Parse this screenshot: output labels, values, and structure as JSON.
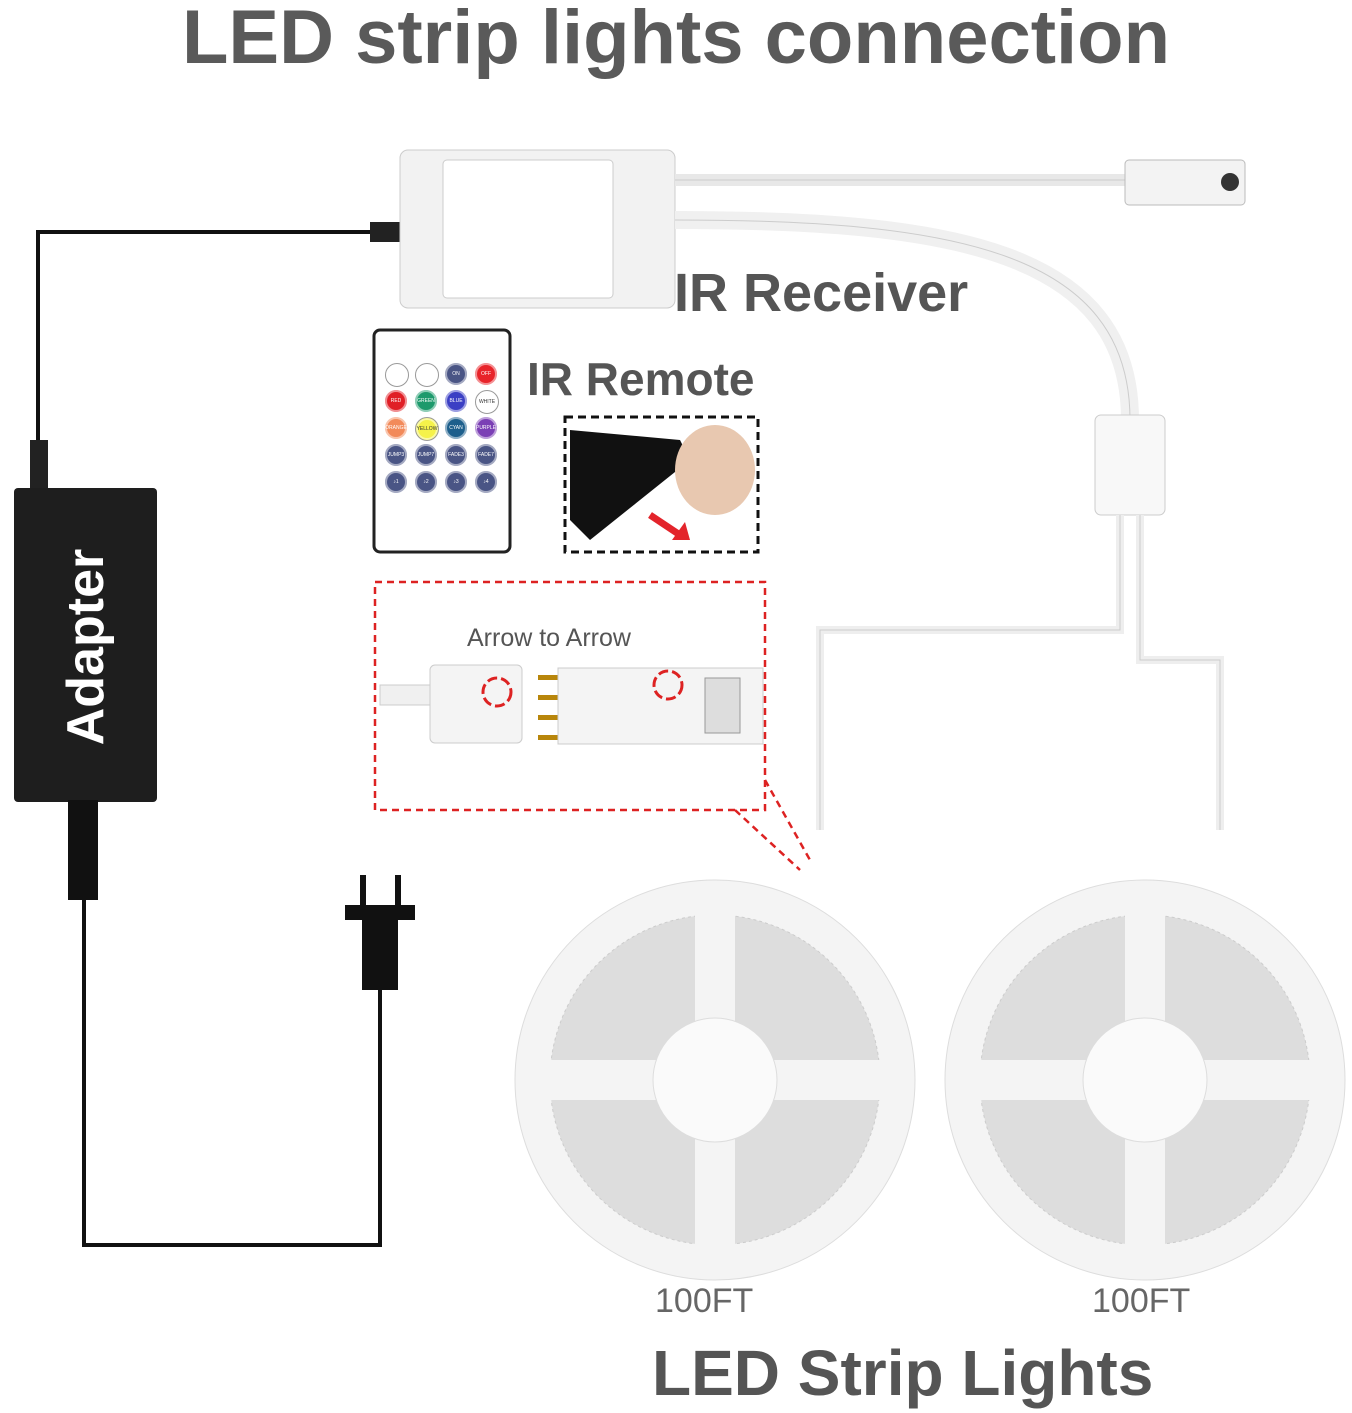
{
  "title": "LED strip lights connection",
  "labels": {
    "ir_receiver": "IR Receiver",
    "ir_remote": "IR Remote",
    "arrow_to_arrow": "Arrow to  Arrow",
    "adapter": "Adapter",
    "strip_lights": "LED Strip Lights",
    "length_1": "100FT",
    "length_2": "100FT"
  },
  "remote_buttons": [
    {
      "label": "",
      "color": "#ffffff"
    },
    {
      "label": "",
      "color": "#ffffff"
    },
    {
      "label": "ON",
      "color": "#4a5585"
    },
    {
      "label": "OFF",
      "color": "#e8242a"
    },
    {
      "label": "RED",
      "color": "#e01f26"
    },
    {
      "label": "GREEN",
      "color": "#1d9a6c"
    },
    {
      "label": "BLUE",
      "color": "#3b3fc4"
    },
    {
      "label": "WHITE",
      "color": "#ffffff"
    },
    {
      "label": "ORANGE",
      "color": "#f28a5a"
    },
    {
      "label": "YELLOW",
      "color": "#f5f24a"
    },
    {
      "label": "CYAN",
      "color": "#1d5f8c"
    },
    {
      "label": "PURPLE",
      "color": "#7b3fb5"
    },
    {
      "label": "JUMP3",
      "color": "#4a5585"
    },
    {
      "label": "JUMP7",
      "color": "#4a5585"
    },
    {
      "label": "FADE3",
      "color": "#4a5585"
    },
    {
      "label": "FADE7",
      "color": "#4a5585"
    },
    {
      "label": "♪1",
      "color": "#4a5585"
    },
    {
      "label": "♪2",
      "color": "#4a5585"
    },
    {
      "label": "♪3",
      "color": "#4a5585"
    },
    {
      "label": "♪4",
      "color": "#4a5585"
    }
  ]
}
